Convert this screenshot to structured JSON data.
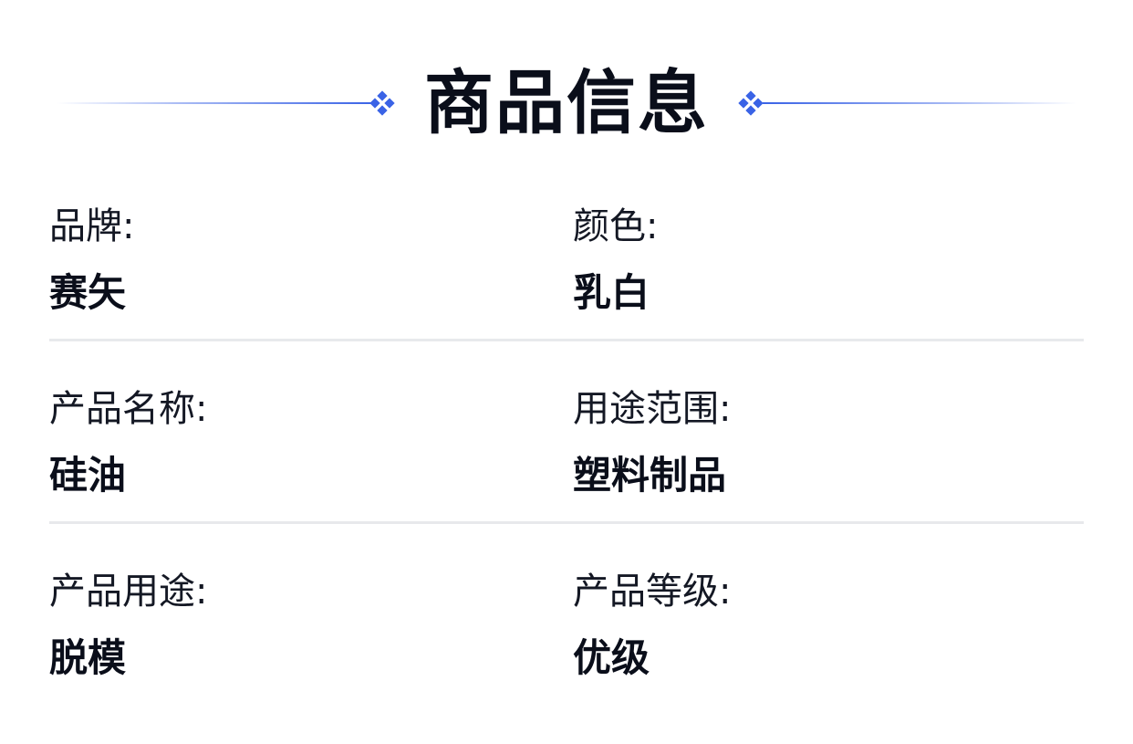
{
  "header": {
    "title": "商品信息",
    "accent_color": "#3a63e6"
  },
  "attributes": [
    {
      "left": {
        "label": "品牌:",
        "value": "赛矢"
      },
      "right": {
        "label": "颜色:",
        "value": "乳白"
      }
    },
    {
      "left": {
        "label": "产品名称:",
        "value": "硅油"
      },
      "right": {
        "label": "用途范围:",
        "value": "塑料制品"
      }
    },
    {
      "left": {
        "label": "产品用途:",
        "value": "脱模"
      },
      "right": {
        "label": "产品等级:",
        "value": "优级"
      }
    }
  ],
  "colors": {
    "divider": "#e8e9ec",
    "text": "#0a0e1a"
  }
}
